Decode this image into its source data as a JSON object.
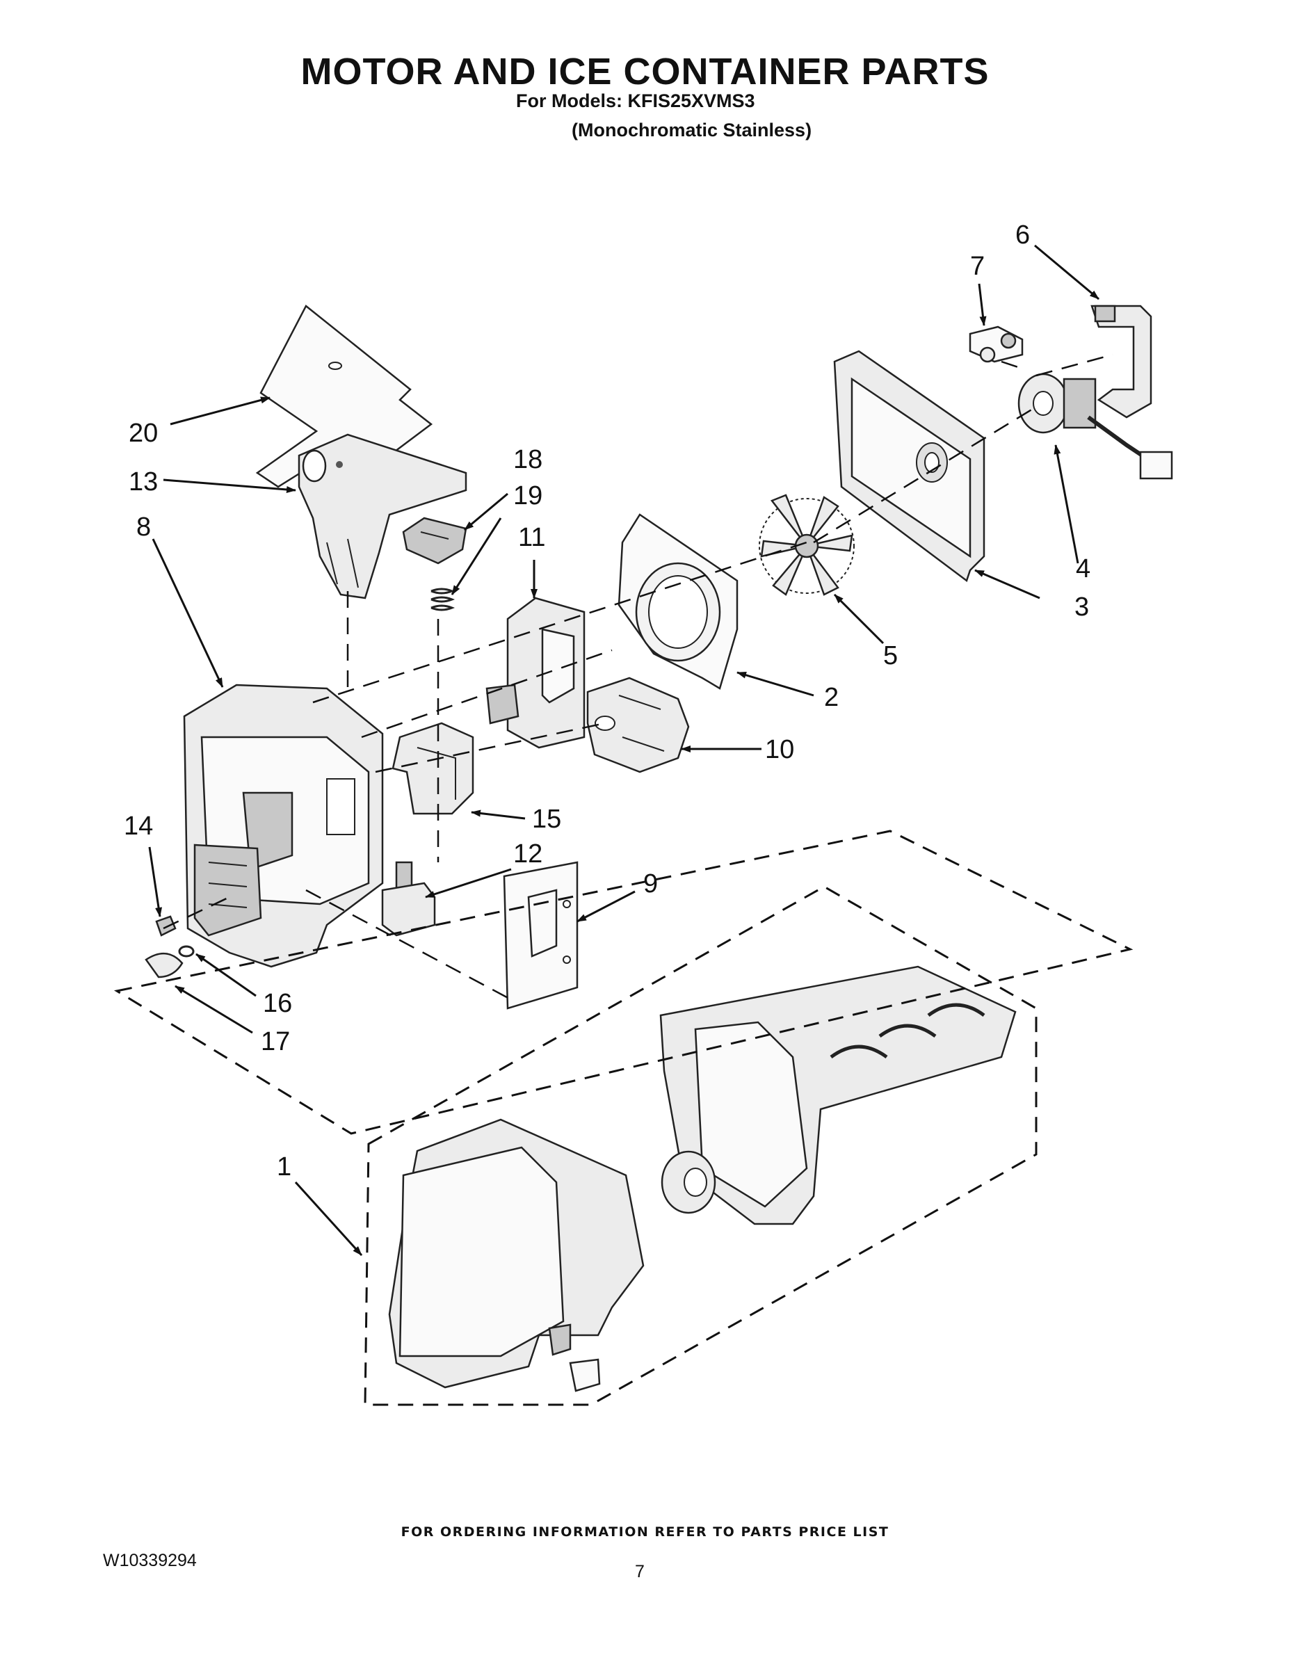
{
  "header": {
    "title": "MOTOR AND ICE CONTAINER PARTS",
    "models_line": "For Models: KFIS25XVMS3",
    "variant_line": "(Monochromatic Stainless)"
  },
  "callouts": [
    "1",
    "2",
    "3",
    "4",
    "5",
    "6",
    "7",
    "8",
    "9",
    "10",
    "11",
    "12",
    "13",
    "14",
    "15",
    "16",
    "17",
    "18",
    "19",
    "20"
  ],
  "footer": {
    "ordering_note": "FOR ORDERING INFORMATION REFER TO PARTS PRICE LIST",
    "doc_number": "W10339294",
    "page_number": "7"
  }
}
